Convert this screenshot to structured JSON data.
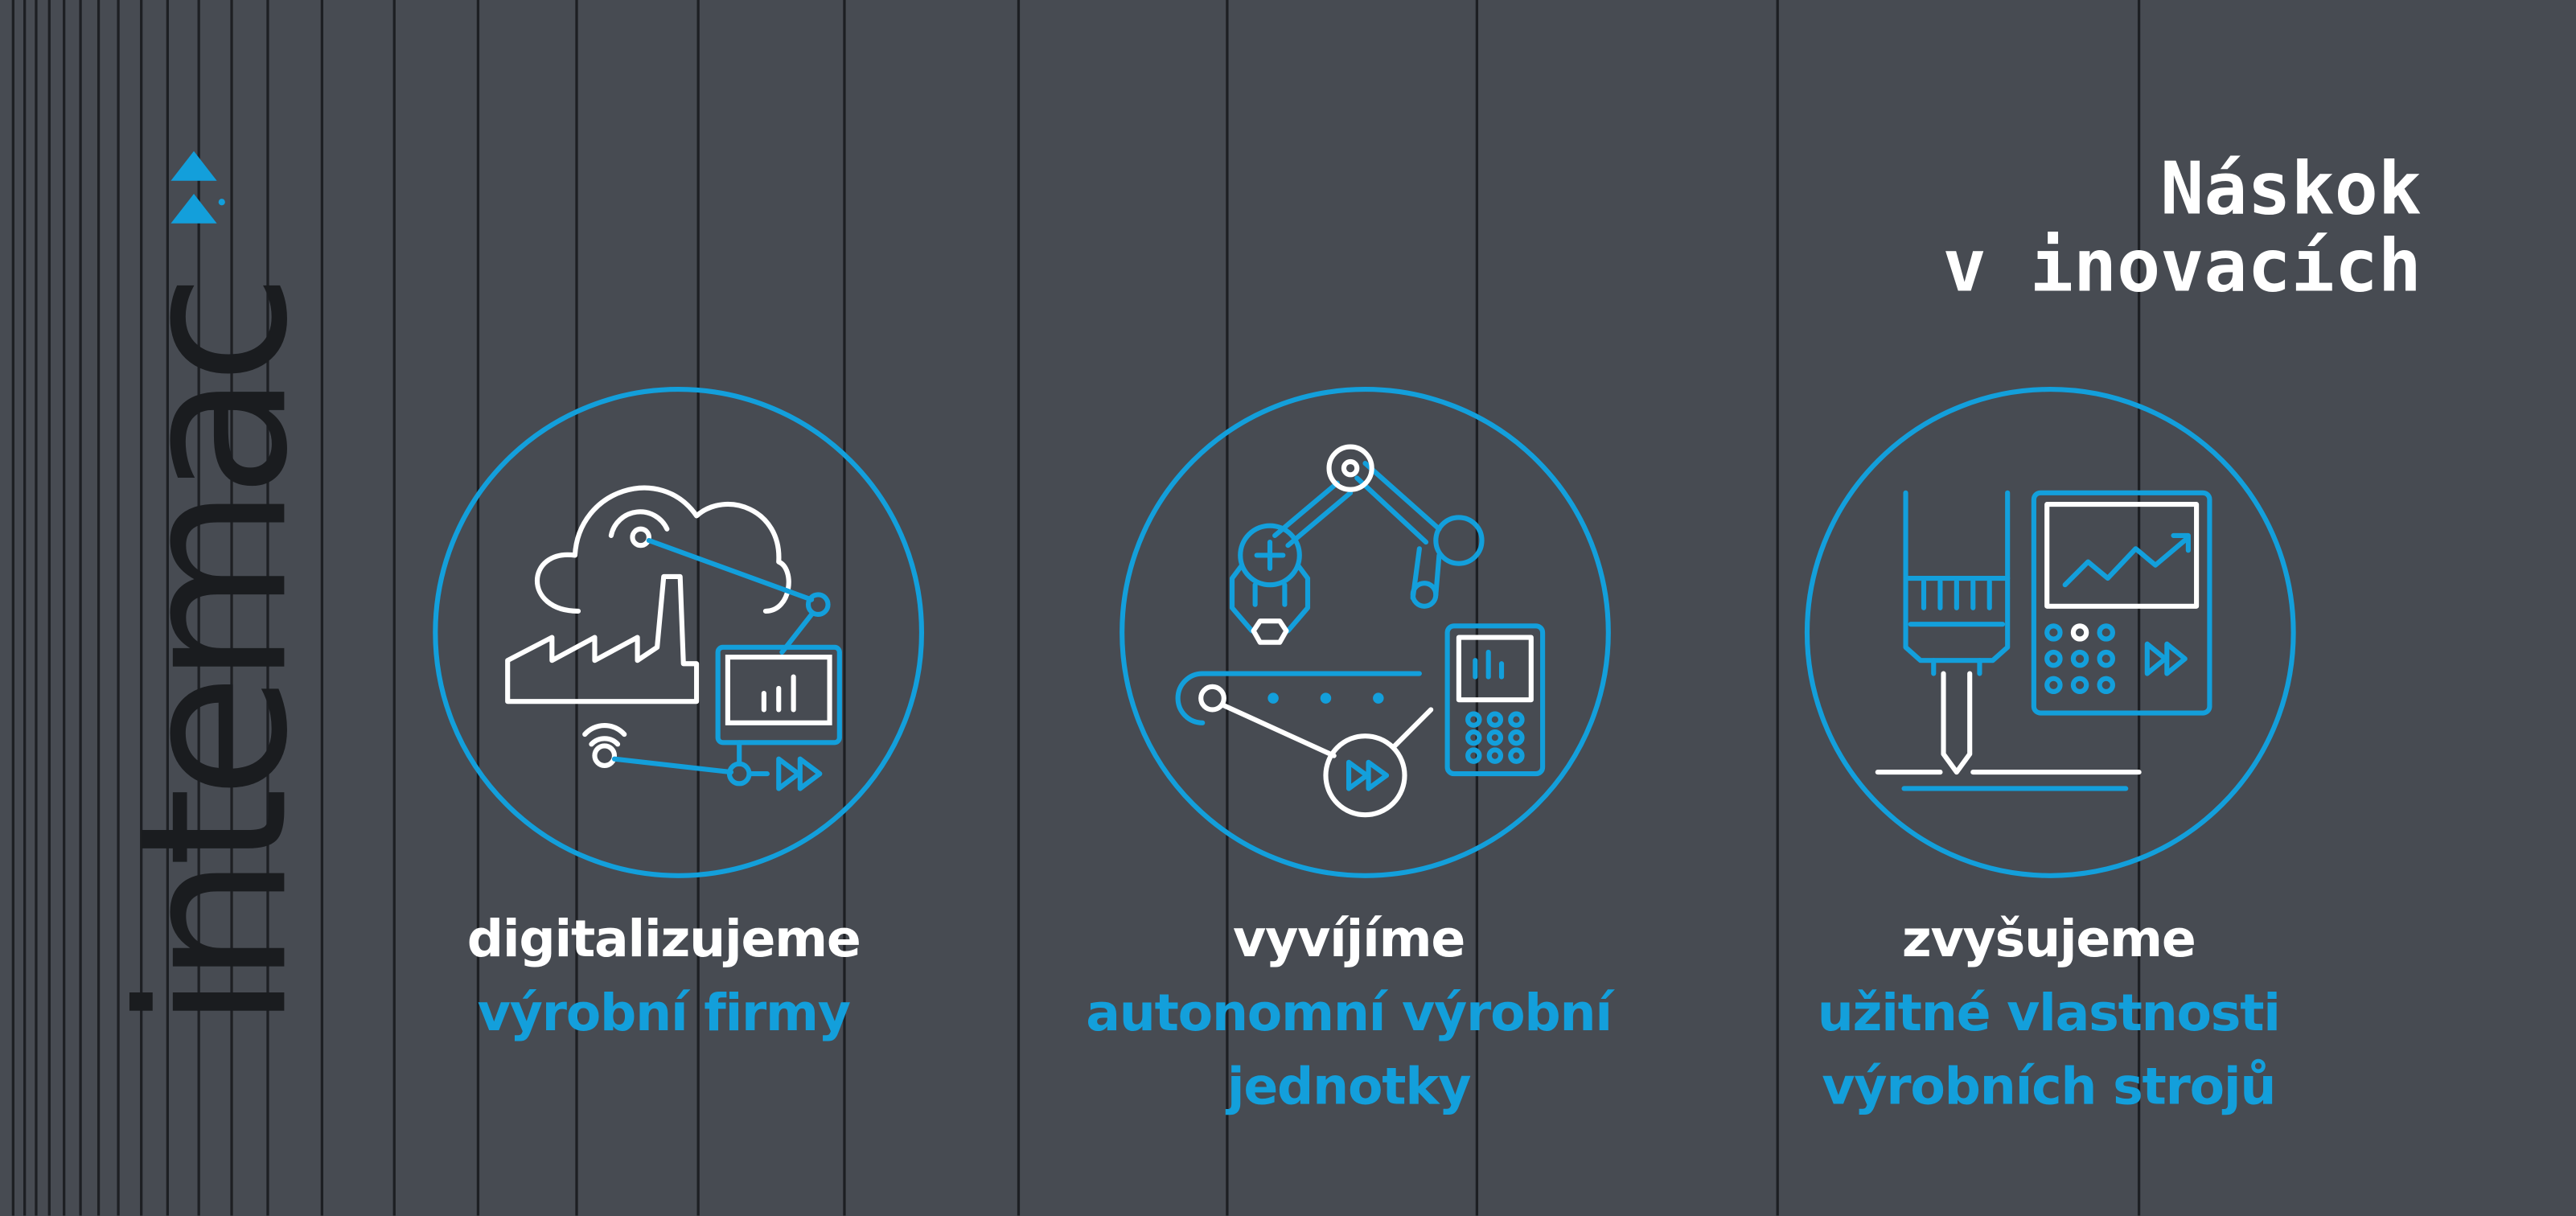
{
  "brand": {
    "logo_text": "intemac",
    "accent_color": "#139fdb",
    "logo_color": "#1a1c1f",
    "background_color": "#474b52"
  },
  "tagline": {
    "line1": "Náskok",
    "line2": "v inovacích"
  },
  "features": [
    {
      "verb": "digitalizujeme",
      "object_lines": [
        "výrobní firmy"
      ],
      "icon": "digital-factory-cloud-icon"
    },
    {
      "verb": "vyvíjíme",
      "object_lines": [
        "autonomní výrobní",
        "jednotky"
      ],
      "icon": "robotic-arm-conveyor-icon"
    },
    {
      "verb": "zvyšujeme",
      "object_lines": [
        "užitné vlastnosti",
        "výrobních strojů"
      ],
      "icon": "cnc-machine-control-panel-icon"
    }
  ]
}
